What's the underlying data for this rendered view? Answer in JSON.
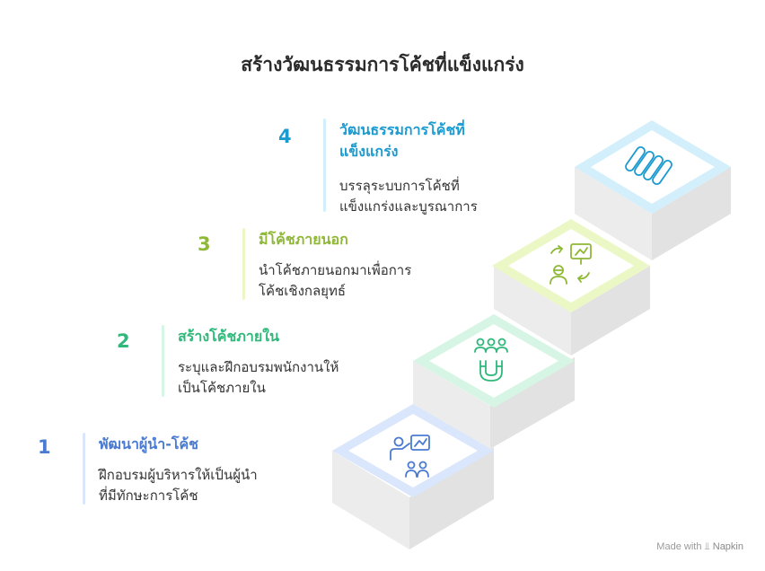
{
  "title": "สร้างวัฒนธรรมการโค้ชที่แข็งแกร่ง",
  "steps": [
    {
      "number": "1",
      "title": "พัฒนาผู้นำ-โค้ช",
      "desc_line1": "ฝึกอบรมผู้บริหารให้เป็นผู้นำ",
      "desc_line2": "ที่มีทักษะการโค้ช",
      "color": "#4a7bd0",
      "icon": "leader-presenting-icon"
    },
    {
      "number": "2",
      "title": "สร้างโค้ชภายใน",
      "desc_line1": "ระบุและฝึกอบรมพนักงานให้",
      "desc_line2": "เป็นโค้ชภายใน",
      "color": "#2fb87a",
      "icon": "team-magnet-icon"
    },
    {
      "number": "3",
      "title": "มีโค้ชภายนอก",
      "desc_line1": "นำโค้ชภายนอกมาเพื่อการ",
      "desc_line2": "โค้ชเชิงกลยุทธ์",
      "color": "#8fb836",
      "icon": "external-coach-icon"
    },
    {
      "number": "4",
      "title_line1": "วัฒนธรรมการโค้ชที่",
      "title_line2": "แข็งแกร่ง",
      "desc_line1": "บรรลุระบบการโค้ชที่",
      "desc_line2": "แข็งแกร่งและบูรณาการ",
      "color": "#1c9bd0",
      "icon": "integrated-bars-icon"
    }
  ],
  "footer": {
    "made_with": "Made with",
    "brand": "Napkin"
  }
}
